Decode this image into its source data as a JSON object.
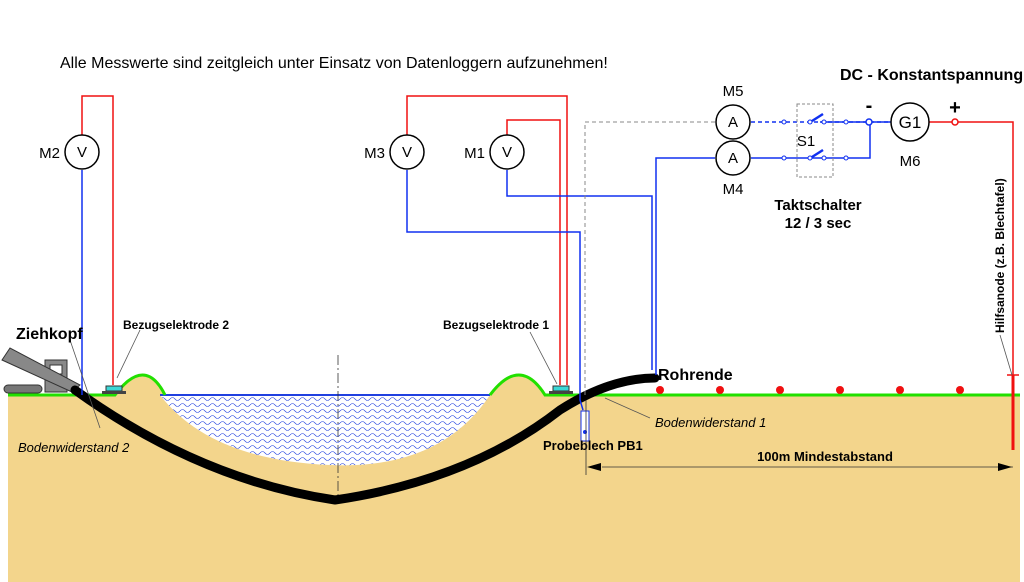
{
  "title": "Alle Messwerte sind zeitgleich unter Einsatz von Datenloggern aufzunehmen!",
  "power_supply": {
    "label": "DC - Konstantspannung",
    "generator": "G1",
    "meter": "M6",
    "minus": "-",
    "plus": "+"
  },
  "meters": {
    "m1": {
      "name": "M1",
      "symbol": "V"
    },
    "m2": {
      "name": "M2",
      "symbol": "V"
    },
    "m3": {
      "name": "M3",
      "symbol": "V"
    },
    "m4": {
      "name": "M4",
      "symbol": "A"
    },
    "m5": {
      "name": "M5",
      "symbol": "A"
    }
  },
  "switch": {
    "name": "S1",
    "label": "Taktschalter",
    "timing": "12 / 3 sec"
  },
  "labels": {
    "ziehkopf": "Ziehkopf",
    "electrode2": "Bezugselektrode 2",
    "electrode1": "Bezugselektrode 1",
    "rohrende": "Rohrende",
    "soil2": "Bodenwiderstand 2",
    "soil1": "Bodenwiderstand 1",
    "coupon": "Probeblech PB1",
    "distance": "100m Mindestabstand",
    "anode": "Hilfsanode (z.B. Blechtafel)"
  },
  "colors": {
    "sand": "#f3d58c",
    "ground": "#22e000",
    "wire_blue": "#1030f0",
    "wire_red": "#f01010",
    "water": "#2040e0"
  }
}
